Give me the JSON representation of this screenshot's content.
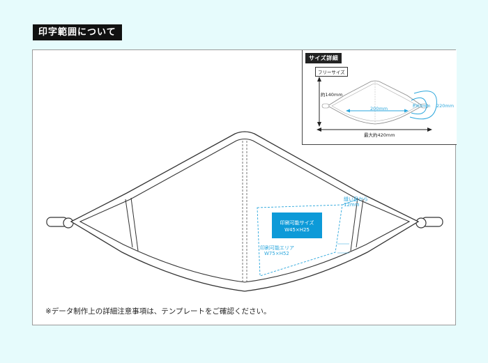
{
  "header": {
    "title": "印字範囲について"
  },
  "main_diagram": {
    "print_size_label": "印刷可能サイズ",
    "print_size_value": "W45×H25",
    "print_area_label": "印刷可能エリア",
    "print_area_value": "W75×H52",
    "seam_label": "縫い目から",
    "seam_value": "12mm"
  },
  "size_detail": {
    "title": "サイズ詳細",
    "badge": "フリーサイズ",
    "height": "約140mm",
    "width_inner": "200mm",
    "ear_inner": "約65mm",
    "ear_outer": "220mm",
    "max_width": "最大約420mm"
  },
  "note": "※データ制作上の詳細注意事項は、テンプレートをご確認ください。",
  "colors": {
    "accent": "#2aa6dc",
    "print_box": "#0d9ad8",
    "background": "#e6fbfc"
  }
}
